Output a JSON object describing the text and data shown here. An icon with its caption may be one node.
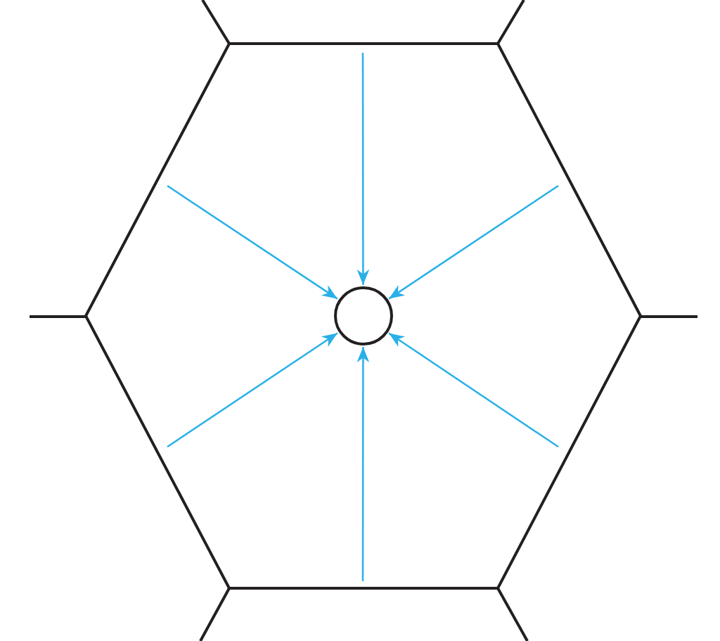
{
  "diagram": {
    "nodes": [
      {
        "text": [],
        "shape": "hexagon"
      },
      {
        "text": [],
        "shape": "circle",
        "in": 0
      }
    ],
    "edges": [
      {
        "from": null,
        "to": 1,
        "arrow": "to"
      },
      {
        "from": null,
        "to": 1,
        "arrow": "to"
      },
      {
        "from": null,
        "to": 1,
        "arrow": "to"
      },
      {
        "from": null,
        "to": 1,
        "arrow": "to"
      },
      {
        "from": null,
        "to": 1,
        "arrow": "to"
      },
      {
        "from": null,
        "to": 1,
        "arrow": "to"
      }
    ]
  }
}
